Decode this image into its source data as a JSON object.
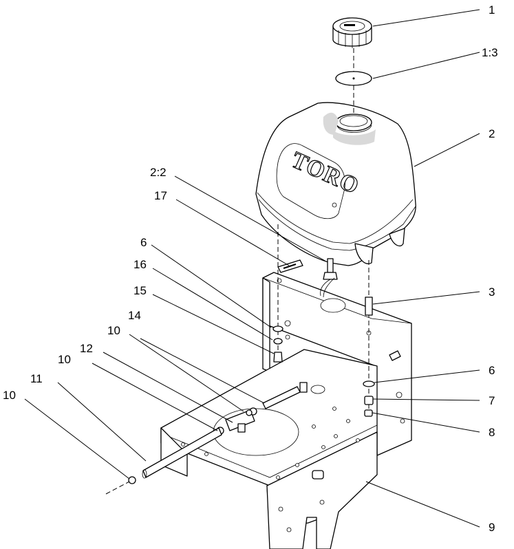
{
  "diagram": {
    "logo_text": "TORO",
    "callouts": [
      {
        "id": "c1",
        "text": "1"
      },
      {
        "id": "c13",
        "text": "1:3"
      },
      {
        "id": "c2",
        "text": "2"
      },
      {
        "id": "c22",
        "text": "2:2"
      },
      {
        "id": "c17",
        "text": "17"
      },
      {
        "id": "c3",
        "text": "3"
      },
      {
        "id": "c6a",
        "text": "6"
      },
      {
        "id": "c16",
        "text": "16"
      },
      {
        "id": "c15",
        "text": "15"
      },
      {
        "id": "c14",
        "text": "14"
      },
      {
        "id": "c10a",
        "text": "10"
      },
      {
        "id": "c12",
        "text": "12"
      },
      {
        "id": "c10b",
        "text": "10"
      },
      {
        "id": "c11",
        "text": "11"
      },
      {
        "id": "c10c",
        "text": "10"
      },
      {
        "id": "c6b",
        "text": "6"
      },
      {
        "id": "c7",
        "text": "7"
      },
      {
        "id": "c8",
        "text": "8"
      },
      {
        "id": "c9",
        "text": "9"
      }
    ]
  }
}
